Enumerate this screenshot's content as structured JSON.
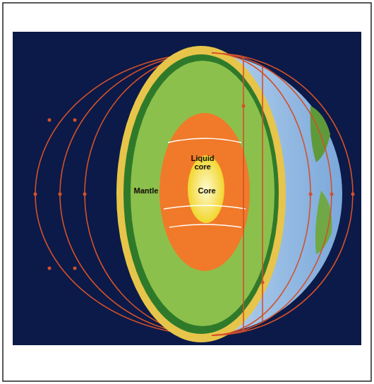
{
  "diagram": {
    "labels": [
      "Liquid core",
      "Mantle",
      "Core"
    ]
  }
}
